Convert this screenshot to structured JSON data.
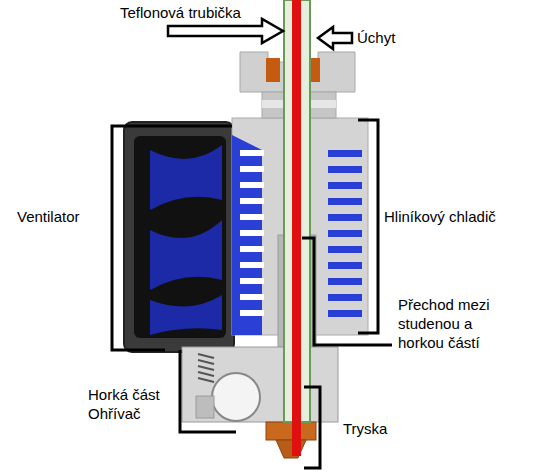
{
  "diagram": {
    "labels": [
      "Teflonová trubička",
      "Úchyt",
      "Ventilator",
      "Hliníkový chladič",
      "Přechod mezi studenou a horkou částí",
      "Horká část Ohřívač",
      "Tryska"
    ]
  }
}
